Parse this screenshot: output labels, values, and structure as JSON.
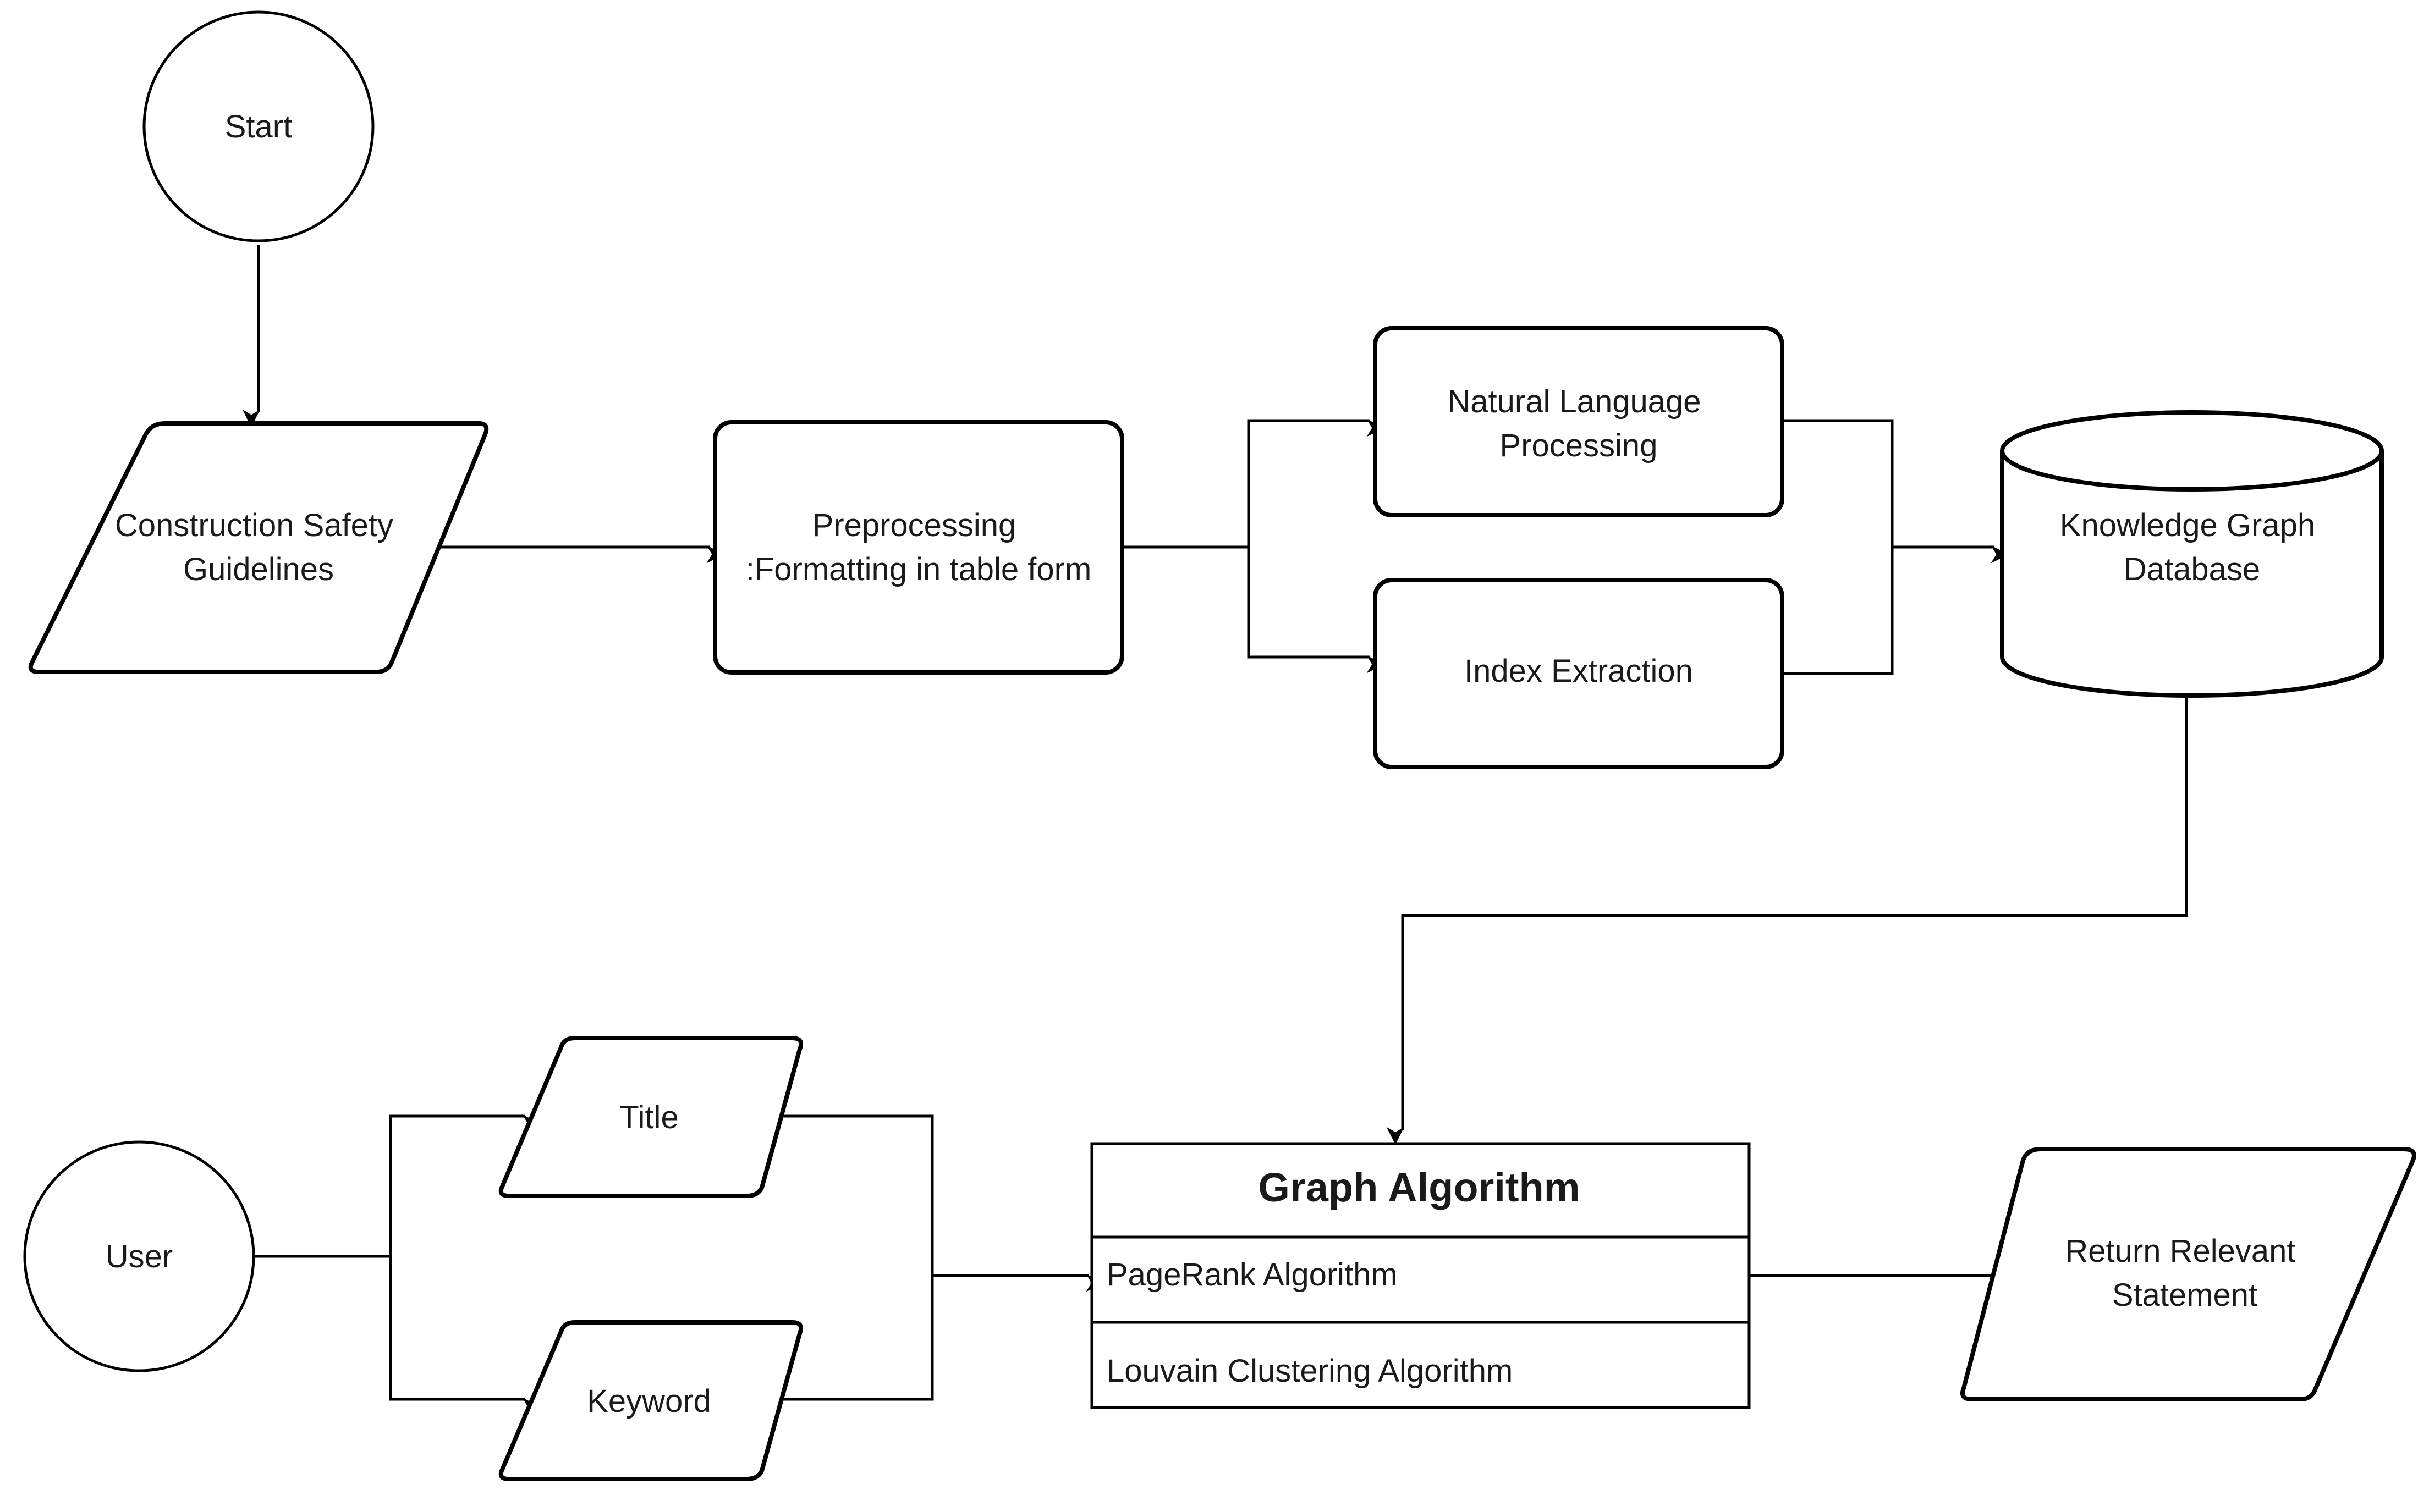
{
  "nodes": {
    "start": "Start",
    "guidelines": [
      "Construction Safety",
      "Guidelines"
    ],
    "preprocessing": [
      "Preprocessing",
      ":Formatting in table form"
    ],
    "nlp": [
      "Natural Language",
      "Processing"
    ],
    "index_extraction": "Index Extraction",
    "kg_database": [
      "Knowledge Graph",
      "Database"
    ],
    "user": "User",
    "title_input": "Title",
    "keyword_input": "Keyword",
    "graph_algorithm": {
      "title": "Graph Algorithm",
      "items": [
        "PageRank Algorithm",
        "Louvain Clustering Algorithm"
      ]
    },
    "result": [
      "Return Relevant",
      "Statement"
    ]
  }
}
